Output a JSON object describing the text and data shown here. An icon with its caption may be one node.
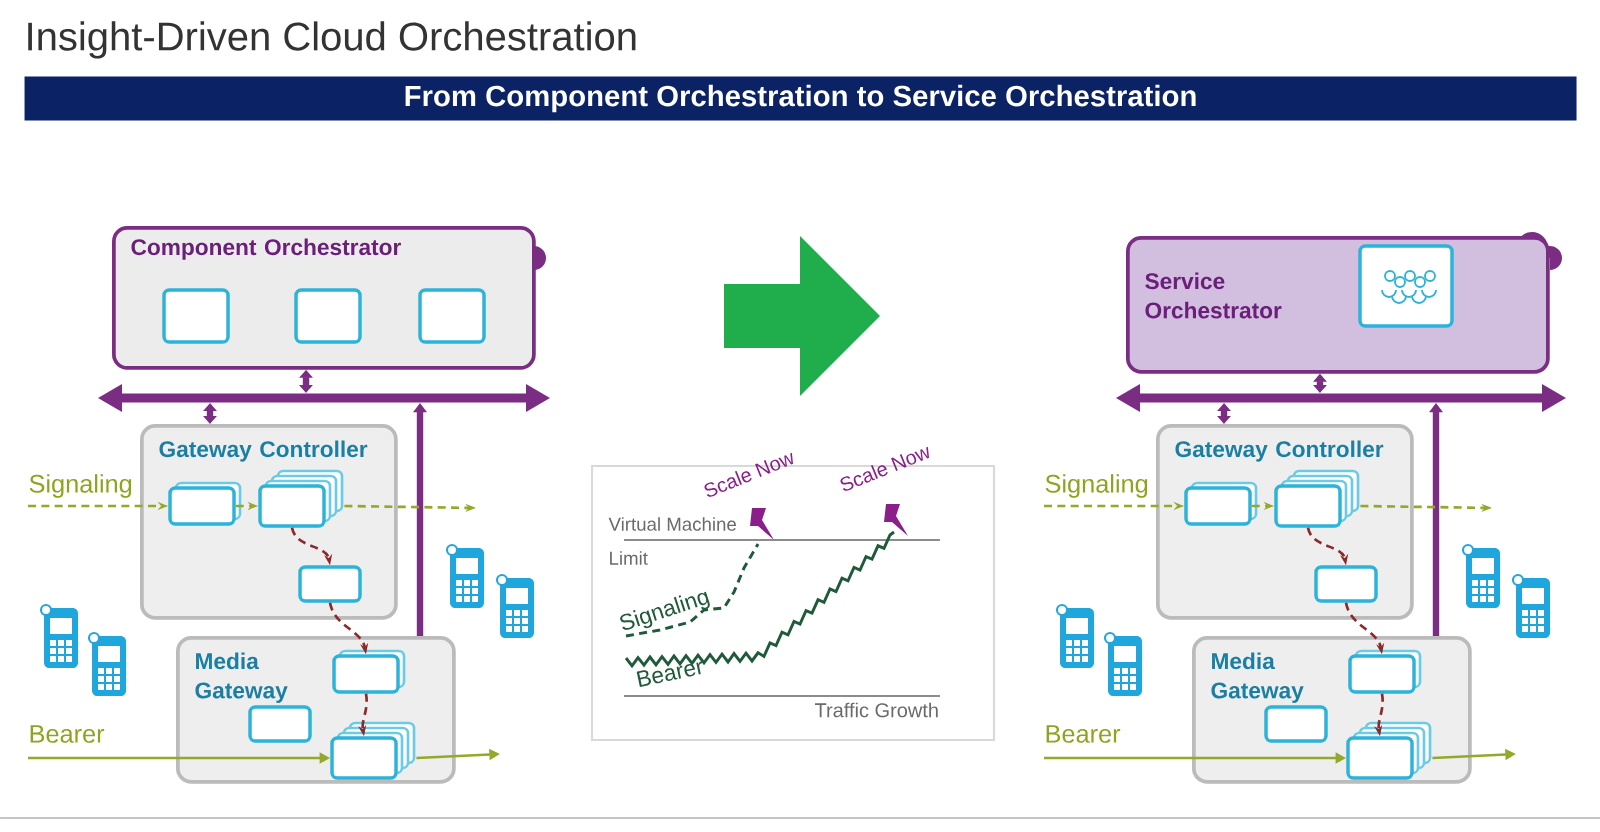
{
  "diagram": {
    "title": "Insight-Driven Cloud Orchestration",
    "nodes": [
      {
        "text": [
          "From Component Orchestration to Service Orchestration"
        ]
      },
      {
        "text": [
          "Component Orchestrator"
        ]
      },
      {
        "text": [],
        "shape": "box",
        "in": 1
      },
      {
        "text": [],
        "shape": "box",
        "in": 1
      },
      {
        "text": [],
        "shape": "box",
        "in": 1
      },
      {
        "text": [],
        "shape": "bar"
      },
      {
        "text": [
          "Gateway Controller"
        ]
      },
      {
        "text": [],
        "shape": "box",
        "in": 6
      },
      {
        "text": [],
        "shape": "box",
        "in": 6
      },
      {
        "text": [],
        "shape": "box",
        "in": 6
      },
      {
        "text": [
          "Media Gateway"
        ]
      },
      {
        "text": [],
        "shape": "box",
        "in": 10
      },
      {
        "text": [],
        "shape": "box",
        "in": 10
      },
      {
        "text": [],
        "shape": "box",
        "in": 10
      },
      {
        "text": [
          "Service Orchestrator"
        ]
      },
      {
        "text": [],
        "shape": "box",
        "in": 14
      },
      {
        "text": [],
        "shape": "bar"
      },
      {
        "text": [
          "Gateway Controller"
        ]
      },
      {
        "text": [],
        "shape": "box",
        "in": 17
      },
      {
        "text": [],
        "shape": "box",
        "in": 17
      },
      {
        "text": [],
        "shape": "box",
        "in": 17
      },
      {
        "text": [
          "Media Gateway"
        ]
      },
      {
        "text": [],
        "shape": "box",
        "in": 21
      },
      {
        "text": [],
        "shape": "box",
        "in": 21
      },
      {
        "text": [],
        "shape": "box",
        "in": 21
      },
      {
        "text": [
          "Signaling"
        ]
      },
      {
        "text": [
          "Bearer"
        ]
      },
      {
        "text": [
          "Signaling"
        ]
      },
      {
        "text": [
          "Bearer"
        ]
      }
    ],
    "edges": [
      {
        "from": 1,
        "to": 5,
        "arrow": "both",
        "style": "thick",
        "color": "#7b2c83"
      },
      {
        "from": 5,
        "to": 6,
        "arrow": "both",
        "style": "thick",
        "color": "#7b2c83"
      },
      {
        "from": 10,
        "to": 5,
        "arrow": "to",
        "style": "thick",
        "color": "#7b2c83"
      },
      {
        "from": 25,
        "to": 7,
        "arrow": "to",
        "style": "dashed",
        "color": "#95a82a"
      },
      {
        "from": 7,
        "to": 8,
        "arrow": "to",
        "style": "dashed",
        "color": "#95a82a"
      },
      {
        "from": 8,
        "to": null,
        "arrow": "to",
        "style": "dashed",
        "color": "#95a82a"
      },
      {
        "from": 8,
        "to": 9,
        "arrow": "to",
        "style": "dashed",
        "color": "#8b2a2a"
      },
      {
        "from": 9,
        "to": 11,
        "arrow": "to",
        "style": "dashed",
        "color": "#8b2a2a"
      },
      {
        "from": 11,
        "to": 13,
        "arrow": "to",
        "style": "dashed",
        "color": "#8b2a2a"
      },
      {
        "from": 26,
        "to": 13,
        "arrow": "to",
        "color": "#95a82a"
      },
      {
        "from": 13,
        "to": null,
        "arrow": "to",
        "color": "#95a82a"
      },
      {
        "from": 14,
        "to": 16,
        "arrow": "both",
        "style": "thick",
        "color": "#7b2c83"
      },
      {
        "from": 16,
        "to": 17,
        "arrow": "both",
        "style": "thick",
        "color": "#7b2c83"
      },
      {
        "from": 21,
        "to": 16,
        "arrow": "to",
        "style": "thick",
        "color": "#7b2c83"
      },
      {
        "from": 27,
        "to": 18,
        "arrow": "to",
        "style": "dashed",
        "color": "#95a82a"
      },
      {
        "from": 18,
        "to": 19,
        "arrow": "to",
        "style": "dashed",
        "color": "#95a82a"
      },
      {
        "from": 19,
        "to": null,
        "arrow": "to",
        "style": "dashed",
        "color": "#95a82a"
      },
      {
        "from": 19,
        "to": 20,
        "arrow": "to",
        "style": "dashed",
        "color": "#8b2a2a"
      },
      {
        "from": 20,
        "to": 22,
        "arrow": "to",
        "style": "dashed",
        "color": "#8b2a2a"
      },
      {
        "from": 22,
        "to": 24,
        "arrow": "to",
        "style": "dashed",
        "color": "#8b2a2a"
      },
      {
        "from": 28,
        "to": 24,
        "arrow": "to",
        "color": "#95a82a"
      },
      {
        "from": 24,
        "to": null,
        "arrow": "to",
        "color": "#95a82a"
      }
    ],
    "labels": [
      "Virtual Machine",
      "Scale Now",
      "Scale Now",
      "Limit",
      "Signaling",
      "Bearer",
      "Traffic Growth"
    ]
  }
}
